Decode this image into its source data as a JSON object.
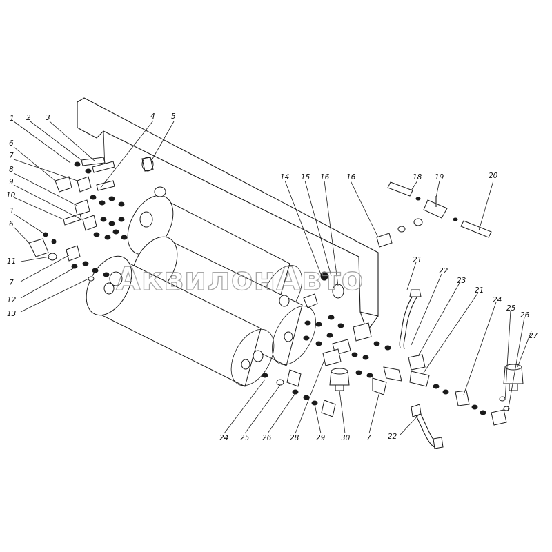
{
  "watermark": "АквилонАвто",
  "callouts": [
    {
      "id": "c1a",
      "text": "1"
    },
    {
      "id": "c2",
      "text": "2"
    },
    {
      "id": "c3",
      "text": "3"
    },
    {
      "id": "c4",
      "text": "4"
    },
    {
      "id": "c5",
      "text": "5"
    },
    {
      "id": "c6a",
      "text": "6"
    },
    {
      "id": "c7a",
      "text": "7"
    },
    {
      "id": "c8",
      "text": "8"
    },
    {
      "id": "c9",
      "text": "9"
    },
    {
      "id": "c10",
      "text": "10"
    },
    {
      "id": "c1b",
      "text": "1"
    },
    {
      "id": "c6b",
      "text": "6"
    },
    {
      "id": "c11",
      "text": "11"
    },
    {
      "id": "c7b",
      "text": "7"
    },
    {
      "id": "c12",
      "text": "12"
    },
    {
      "id": "c13",
      "text": "13"
    },
    {
      "id": "c14",
      "text": "14"
    },
    {
      "id": "c15",
      "text": "15"
    },
    {
      "id": "c16a",
      "text": "16"
    },
    {
      "id": "c16b",
      "text": "16"
    },
    {
      "id": "c18",
      "text": "18"
    },
    {
      "id": "c19",
      "text": "19"
    },
    {
      "id": "c20",
      "text": "20"
    },
    {
      "id": "c21a",
      "text": "21"
    },
    {
      "id": "c22a",
      "text": "22"
    },
    {
      "id": "c23",
      "text": "23"
    },
    {
      "id": "c21b",
      "text": "21"
    },
    {
      "id": "c24a",
      "text": "24"
    },
    {
      "id": "c25a",
      "text": "25"
    },
    {
      "id": "c26a",
      "text": "26"
    },
    {
      "id": "c27",
      "text": "27"
    },
    {
      "id": "c24b",
      "text": "24"
    },
    {
      "id": "c25b",
      "text": "25"
    },
    {
      "id": "c26b",
      "text": "26"
    },
    {
      "id": "c28",
      "text": "28"
    },
    {
      "id": "c29",
      "text": "29"
    },
    {
      "id": "c30",
      "text": "30"
    },
    {
      "id": "c7c",
      "text": "7"
    },
    {
      "id": "c22b",
      "text": "22"
    }
  ]
}
